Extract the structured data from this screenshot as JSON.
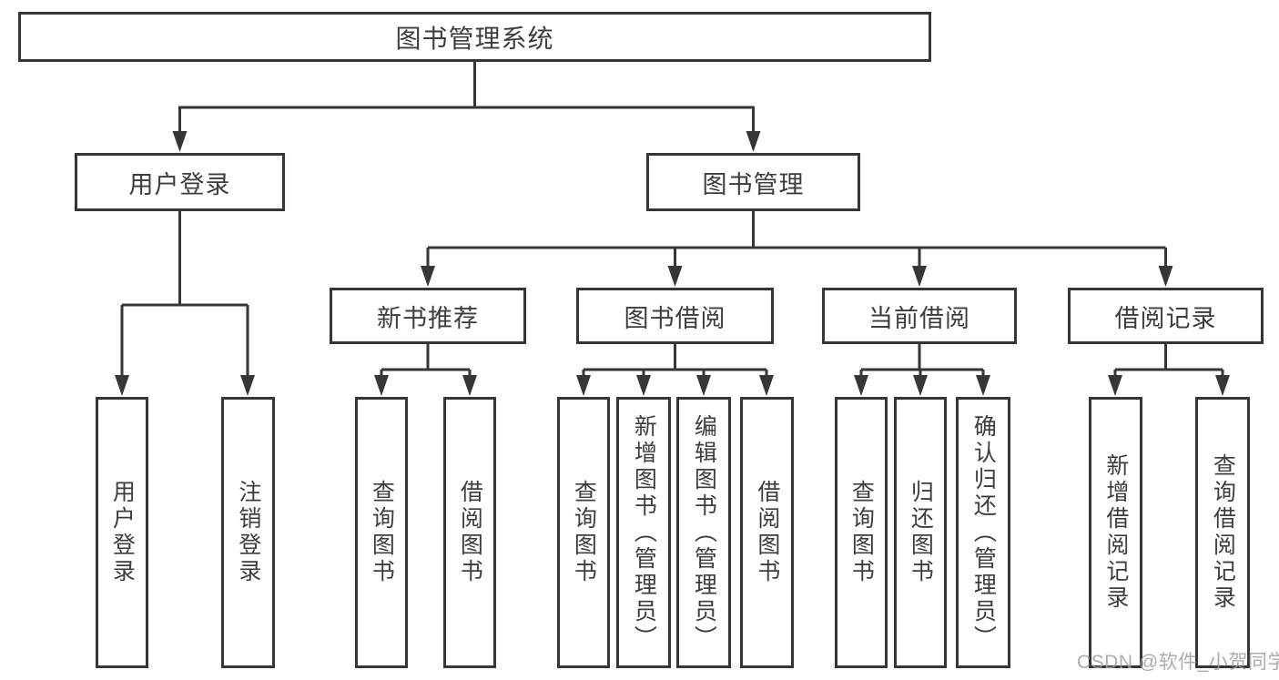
{
  "watermark": {
    "text": "CSDN @软件_小贺同学"
  },
  "colors": {
    "line": "#363636",
    "text": "#3d3d3d",
    "background": "#ffffff",
    "watermark": "#9e9e9e"
  },
  "tree": {
    "label": "图书管理系统",
    "children": [
      {
        "label": "用户登录",
        "children": [
          {
            "label": "用户登录"
          },
          {
            "label": "注销登录"
          }
        ]
      },
      {
        "label": "图书管理",
        "children": [
          {
            "label": "新书推荐",
            "children": [
              {
                "label": "查询图书"
              },
              {
                "label": "借阅图书"
              }
            ]
          },
          {
            "label": "图书借阅",
            "children": [
              {
                "label": "查询图书"
              },
              {
                "label": "新增图书（管理员）"
              },
              {
                "label": "编辑图书（管理员）"
              },
              {
                "label": "借阅图书"
              }
            ]
          },
          {
            "label": "当前借阅",
            "children": [
              {
                "label": "查询图书"
              },
              {
                "label": "归还图书"
              },
              {
                "label": "确认归还（管理员）"
              }
            ]
          },
          {
            "label": "借阅记录",
            "children": [
              {
                "label": "新增借阅记录"
              },
              {
                "label": "查询借阅记录"
              }
            ]
          }
        ]
      }
    ]
  }
}
